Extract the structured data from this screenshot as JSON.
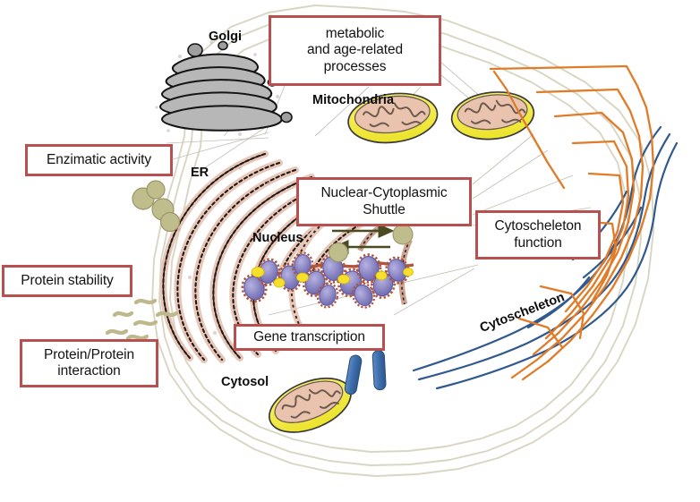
{
  "figure": {
    "title": "Eukaryotic cell diagram with functional annotation callouts",
    "background": "#ffffff"
  },
  "callouts": [
    {
      "id": "enzymatic",
      "label": "Enzimatic activity"
    },
    {
      "id": "stability",
      "label": "Protein stability"
    },
    {
      "id": "ppi",
      "label": "Protein/Protein\ninteraction"
    },
    {
      "id": "metabolic",
      "label": "metabolic\nand age-related\nprocesses"
    },
    {
      "id": "shuttle",
      "label": "Nuclear-Cytoplasmic\nShuttle"
    },
    {
      "id": "cytofunc",
      "label": "Cytoscheleton\nfunction"
    },
    {
      "id": "gene",
      "label": "Gene transcription"
    }
  ],
  "organelles": [
    {
      "id": "golgi",
      "label": "Golgi"
    },
    {
      "id": "mitochondria",
      "label": "Mitochondria"
    },
    {
      "id": "er",
      "label": "ER"
    },
    {
      "id": "nucleus",
      "label": "Nucleus"
    },
    {
      "id": "cytosol",
      "label": "Cytosol"
    },
    {
      "id": "cytoskeleton",
      "label": "Cytoscheleton"
    }
  ],
  "colors": {
    "callout_border": "#b8504f",
    "callout_fill": "#ffffff",
    "text": "#131313",
    "membrane": "#d8d6c2",
    "membrane_alt": "#cfccb4",
    "er_fill": "#e8c7b8",
    "er_fill_light": "#f2dcd2",
    "er_outline": "#1d1a18",
    "golgi_fill": "#b9b9b9",
    "golgi_outline": "#1a1a1a",
    "mito_outer": "#f2ea3d",
    "mito_inner": "#e9c3ad",
    "mito_outline": "#3a3a3a",
    "nucleosome": "#8f8ccb",
    "nucleosome_dark": "#6a66ae",
    "dna": "#b2553c",
    "dna_mark": "#f6e02b",
    "cargo": "#c0bd8c",
    "arrow": "#4b4b21",
    "peptide": "#bdb98c",
    "filament_orange": "#e07b28",
    "filament_blue": "#31598d",
    "centriole": "#3f6fad",
    "leader": "#bbbbb0"
  },
  "counts": {
    "mitochondria_drawn": 3,
    "centrioles": 2,
    "enzyme_globules": 4,
    "shuttle_arrows": 2,
    "peptide_squiggles": 6
  }
}
